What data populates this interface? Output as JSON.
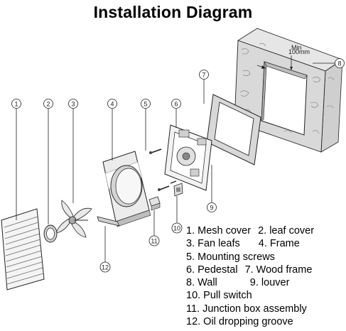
{
  "title": "Installation Diagram",
  "callouts": [
    "1",
    "2",
    "3",
    "4",
    "5",
    "6",
    "7",
    "8",
    "9",
    "10",
    "11",
    "12"
  ],
  "wall_note": {
    "line1": "Min",
    "line2": "100mm"
  },
  "legend": {
    "row1": [
      "1. Mesh cover",
      "2. leaf cover"
    ],
    "row2": [
      "3. Fan leafs",
      "4. Frame"
    ],
    "row3": [
      "5. Mounting screws"
    ],
    "row4": [
      "6. Pedestal",
      "7. Wood frame"
    ],
    "row5": [
      "8. Wall",
      "9. louver"
    ],
    "row6": [
      "10. Pull switch"
    ],
    "row7": [
      "11. Junction box assembly"
    ],
    "row8": [
      "12. Oil dropping groove"
    ]
  }
}
